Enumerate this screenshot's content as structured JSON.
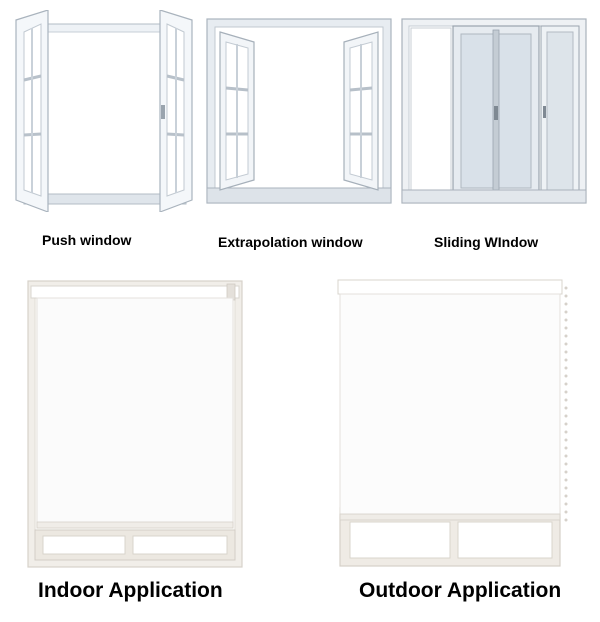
{
  "windows": [
    {
      "id": "push",
      "label": "Push window"
    },
    {
      "id": "extrapolation",
      "label": "Extrapolation window"
    },
    {
      "id": "sliding",
      "label": "Sliding WIndow"
    }
  ],
  "applications": [
    {
      "id": "indoor",
      "label": "Indoor Application"
    },
    {
      "id": "outdoor",
      "label": "Outdoor Application"
    }
  ],
  "colors": {
    "frame": "#e9eef3",
    "frame_edge": "#aeb6bf",
    "blind": "#fbfbfb",
    "blind_frame": "#eeeae4",
    "text": "#000000"
  }
}
